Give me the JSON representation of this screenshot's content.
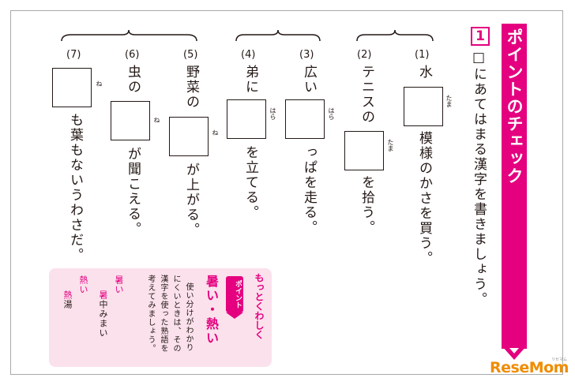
{
  "banner": {
    "title": "ポイントのチェック"
  },
  "question": {
    "number": "1",
    "instruction": "□にあてはまる漢字を書きましょう。"
  },
  "items": [
    {
      "num": "(1)",
      "before": "水",
      "furigana": "たま",
      "after": "模様のかさを買う。"
    },
    {
      "num": "(2)",
      "before": "テニスの",
      "furigana": "たま",
      "after": "を拾う。"
    },
    {
      "num": "(3)",
      "before": "広い",
      "furigana": "はら",
      "after": "っぱを走る。"
    },
    {
      "num": "(4)",
      "before": "弟に",
      "furigana": "はら",
      "after": "を立てる。"
    },
    {
      "num": "(5)",
      "before": "野菜の",
      "furigana": "ね",
      "after": "が上がる。"
    },
    {
      "num": "(6)",
      "before": "虫の",
      "furigana": "ね",
      "after": "が聞こえる。"
    },
    {
      "num": "(7)",
      "before": "",
      "furigana": "ね",
      "after": "も葉もないうわさだ。"
    }
  ],
  "info": {
    "badge_motto": "もっとくわしく",
    "badge_point": "ポイント",
    "title": "暑い・熱い",
    "body_lines": [
      "使い分けがわかり",
      "にくいときは、その",
      "漢字を使った熟語を",
      "考えてみましょう。"
    ],
    "ex1_head": "暑い",
    "ex1_body_a": "暑",
    "ex1_body_b": "中みまい",
    "ex2_head": "熱い",
    "ex2_body_a": "熱",
    "ex2_body_b": "湯"
  },
  "logo": {
    "text": "ReseMom",
    "sub": "リセマム"
  },
  "colors": {
    "accent": "#e4007f",
    "info_bg": "#fbe1ec",
    "logo": "#f08c00"
  }
}
